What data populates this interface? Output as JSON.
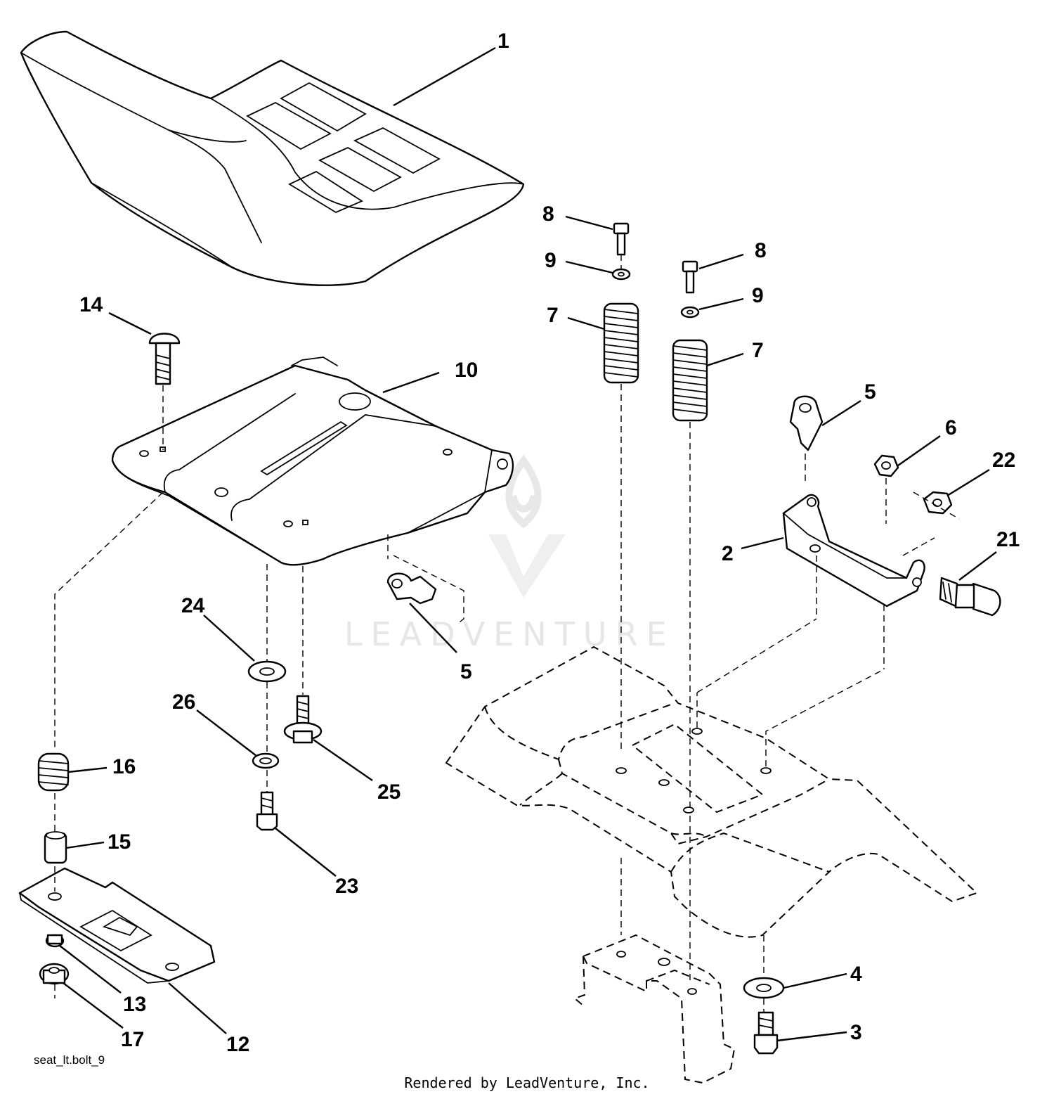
{
  "diagram": {
    "drawing_id": "seat_lt.bolt_9",
    "render_credit": "Rendered by LeadVenture, Inc.",
    "watermark": "LEADVENTURE",
    "callouts": [
      "1",
      "8",
      "9",
      "8",
      "9",
      "7",
      "7",
      "14",
      "10",
      "5",
      "6",
      "22",
      "2",
      "21",
      "24",
      "5",
      "26",
      "25",
      "16",
      "23",
      "15",
      "13",
      "17",
      "12",
      "4",
      "3"
    ]
  }
}
